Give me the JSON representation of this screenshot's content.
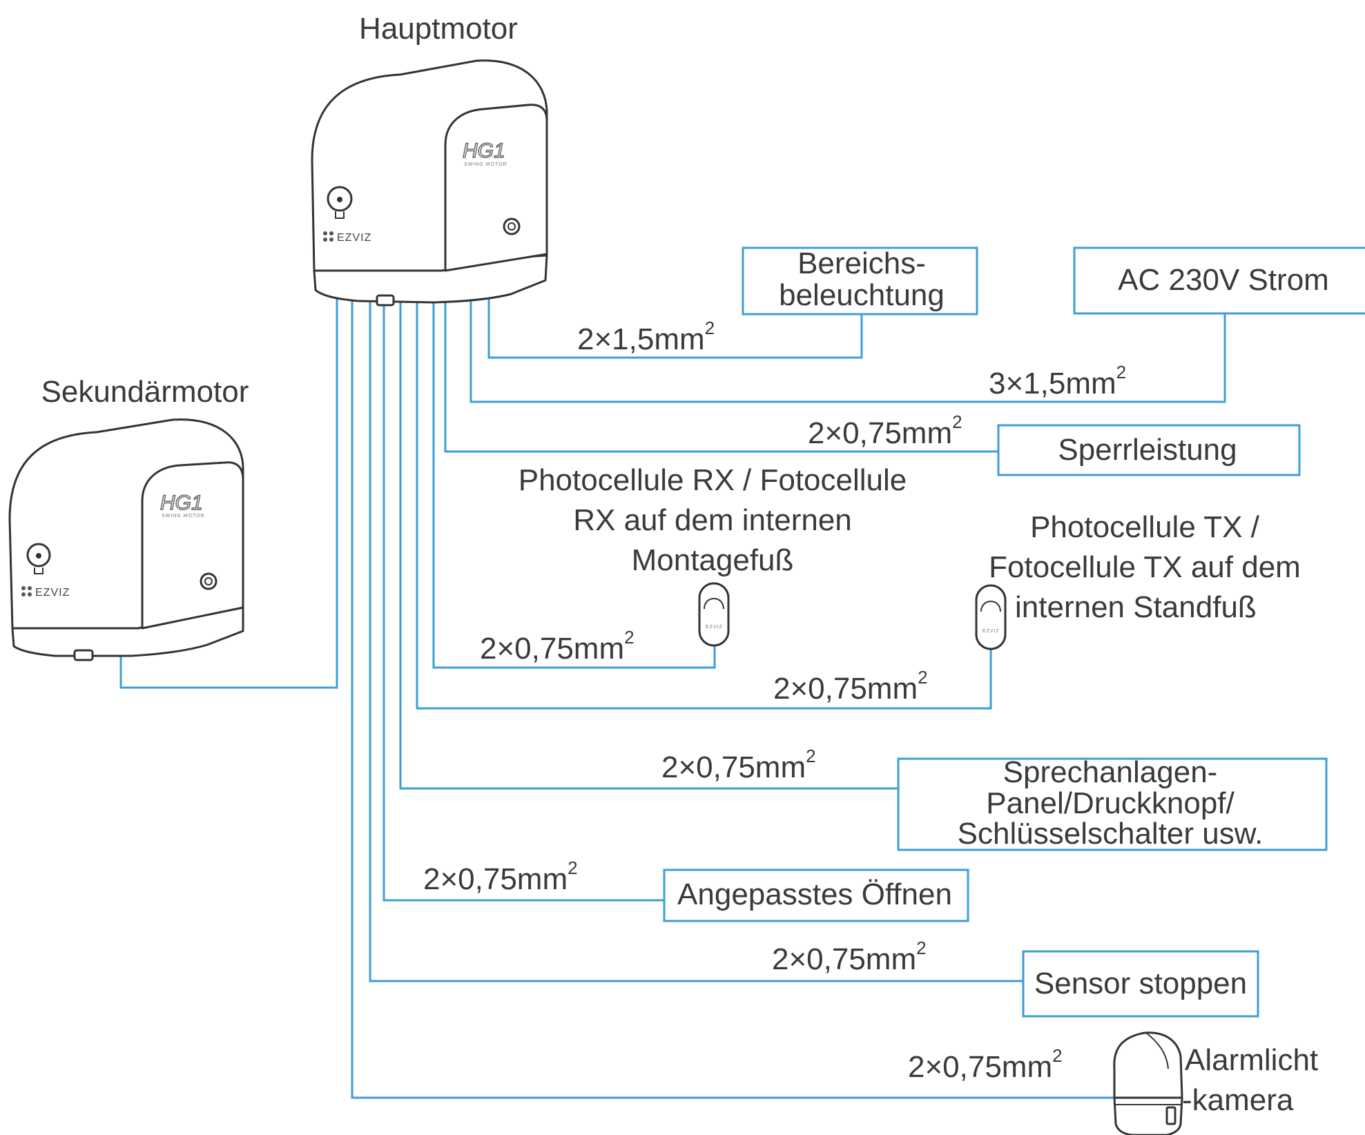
{
  "colors": {
    "wire": "#3c9ed6",
    "device_outline": "#333333",
    "text": "#3a3a3a"
  },
  "devices": {
    "main_motor": {
      "label": "Hauptmotor",
      "brand": "EZVIZ",
      "model": "HG1",
      "model_sub": "SWING MOTOR"
    },
    "secondary_motor": {
      "label": "Sekundärmotor",
      "brand": "EZVIZ",
      "model": "HG1",
      "model_sub": "SWING MOTOR"
    },
    "photocell_rx": {
      "label_lines": [
        "Photocellule RX / Fotocellule",
        "RX auf dem internen",
        "Montagefuß"
      ],
      "brand": "EZVIZ"
    },
    "photocell_tx": {
      "label_lines": [
        "Photocellule TX /",
        "Fotocellule TX auf dem",
        "internen Standfuß"
      ],
      "brand": "EZVIZ"
    },
    "alarm_camera": {
      "label_lines": [
        "Alarmlicht",
        "-kamera"
      ]
    }
  },
  "boxes": {
    "area_lighting": {
      "lines": [
        "Bereichs-",
        "beleuchtung"
      ]
    },
    "power": {
      "lines": [
        "AC 230V Strom"
      ]
    },
    "lock": {
      "lines": [
        "Sperrleistung"
      ]
    },
    "intercom": {
      "lines": [
        "Sprechanlagen-",
        "Panel/Druckknopf/",
        "Schlüsselschalter usw."
      ]
    },
    "custom_open": {
      "lines": [
        "Angepasstes Öffnen"
      ]
    },
    "stop_sensor": {
      "lines": [
        "Sensor stoppen"
      ]
    }
  },
  "cables": {
    "area_lighting": {
      "spec": "2×1,5mm",
      "sup": "2"
    },
    "power": {
      "spec": "3×1,5mm",
      "sup": "2"
    },
    "lock": {
      "spec": "2×0,75mm",
      "sup": "2"
    },
    "photocell_rx": {
      "spec": "2×0,75mm",
      "sup": "2"
    },
    "photocell_tx": {
      "spec": "2×0,75mm",
      "sup": "2"
    },
    "intercom": {
      "spec": "2×0,75mm",
      "sup": "2"
    },
    "custom_open": {
      "spec": "2×0,75mm",
      "sup": "2"
    },
    "stop_sensor": {
      "spec": "2×0,75mm",
      "sup": "2"
    },
    "alarm_camera": {
      "spec": "2×0,75mm",
      "sup": "2"
    }
  }
}
